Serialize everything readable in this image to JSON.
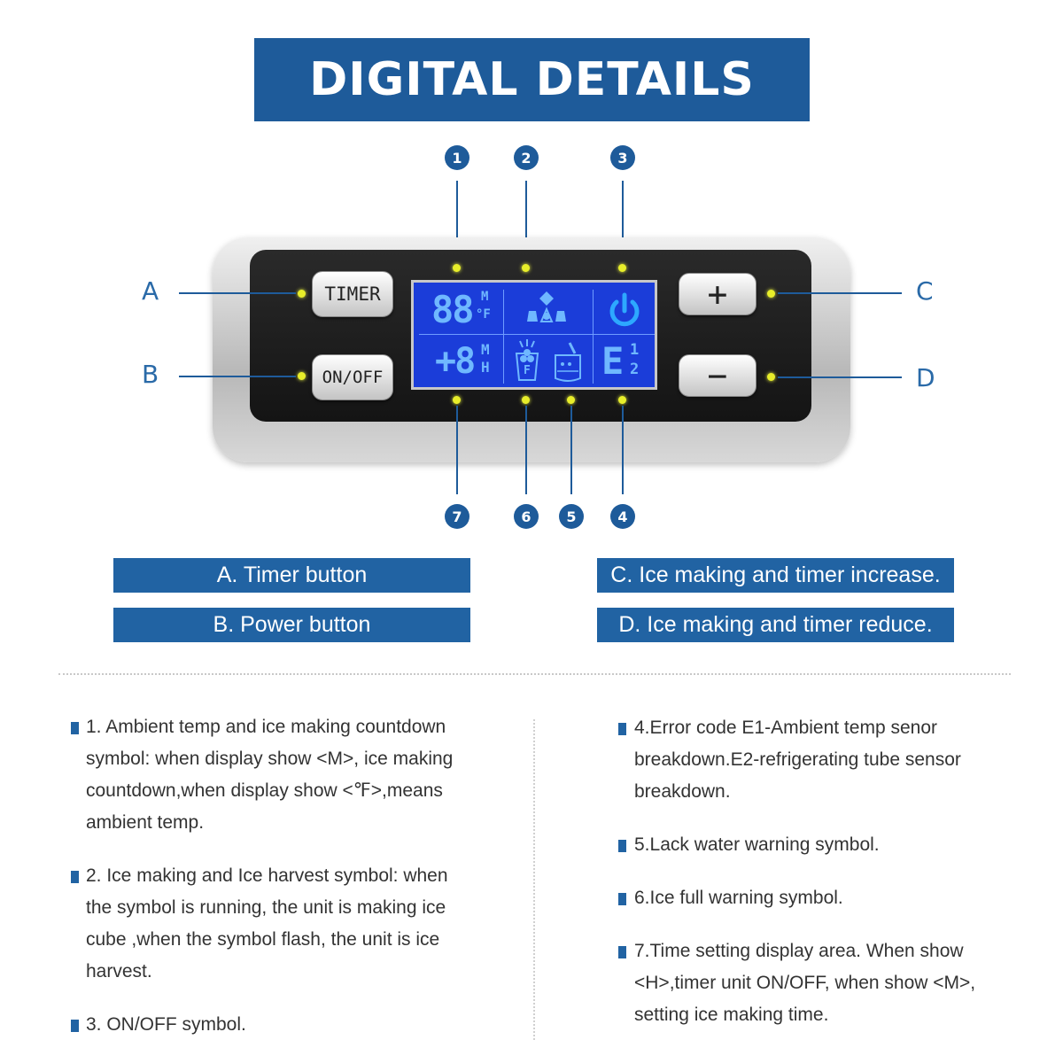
{
  "title": "DIGITAL DETAILS",
  "letters": {
    "a": "A",
    "b": "B",
    "c": "C",
    "d": "D"
  },
  "numbers": {
    "n1": "1",
    "n2": "2",
    "n3": "3",
    "n4": "4",
    "n5": "5",
    "n6": "6",
    "n7": "7"
  },
  "buttons": {
    "timer": "TIMER",
    "onoff": "ON/OFF",
    "plus": "+",
    "minus": "−"
  },
  "lcd": {
    "temp_digits": "88",
    "temp_unit_top": "M",
    "temp_unit_bottom": "°F",
    "time_digits": "+8",
    "time_unit_top": "M",
    "time_unit_bottom": "H",
    "error_letter": "E",
    "error_top": "1",
    "error_bottom": "2",
    "full_label": "F"
  },
  "labels": {
    "a": "A. Timer button",
    "b": "B. Power button",
    "c": "C. Ice making and timer increase.",
    "d": "D. Ice making and timer reduce."
  },
  "notes_left": [
    {
      "lines": [
        "1. Ambient temp and ice making countdown",
        "symbol: when display show <M>, ice making",
        "countdown,when display show <℉>,means",
        "ambient temp."
      ]
    },
    {
      "lines": [
        "2. Ice making and Ice harvest symbol: when",
        "the symbol is running, the unit is making ice",
        "cube ,when the symbol flash, the unit is ice",
        "harvest."
      ]
    },
    {
      "lines": [
        "3. ON/OFF symbol."
      ]
    }
  ],
  "notes_right": [
    {
      "lines": [
        "4.Error code E1-Ambient temp senor",
        "breakdown.E2-refrigerating tube sensor",
        "breakdown."
      ]
    },
    {
      "lines": [
        "5.Lack water warning symbol."
      ]
    },
    {
      "lines": [
        "6.Ice full warning symbol."
      ]
    },
    {
      "lines": [
        "7.Time setting display area. When show",
        "<H>,timer unit ON/OFF, when show <M>,",
        "setting ice making time."
      ]
    }
  ],
  "colors": {
    "brand_blue": "#1e5b9a",
    "label_blue": "#2163a3",
    "lcd_blue": "#1b3dd9",
    "indicator_yellow": "#e8ee2a"
  }
}
